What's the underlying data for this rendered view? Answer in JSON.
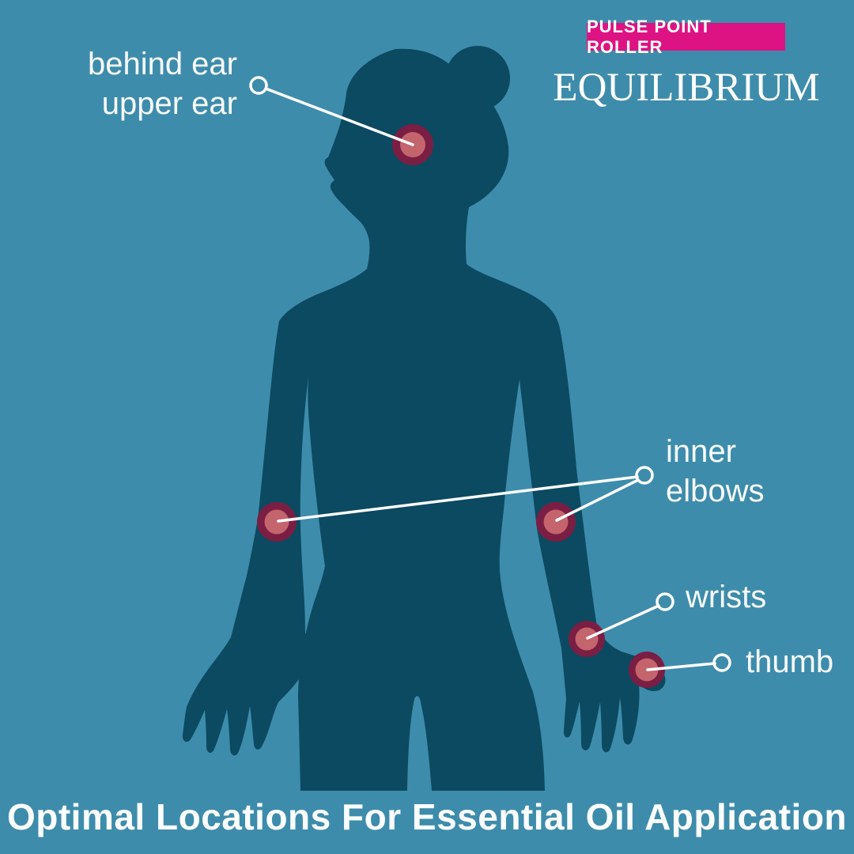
{
  "badge": {
    "label": "PULSE POINT ROLLER"
  },
  "brand": {
    "name": "EQUILIBRIUM"
  },
  "footer": {
    "title": "Optimal Locations For Essential Oil Application"
  },
  "annotations": [
    {
      "id": "ear",
      "lines": [
        "behind ear",
        "upper ear"
      ]
    },
    {
      "id": "inner-elbows",
      "lines": [
        "inner",
        "elbows"
      ]
    },
    {
      "id": "wrists",
      "lines": [
        "wrists"
      ]
    },
    {
      "id": "thumb",
      "lines": [
        "thumb"
      ]
    }
  ],
  "pulse_points": [
    "ear",
    "left-elbow",
    "right-elbow",
    "wrist",
    "thumb"
  ],
  "colors": {
    "background": "#3E8CAB",
    "silhouette": "#0B4A61",
    "pulse_outer": "#7A1E44",
    "pulse_inner": "#C4646C",
    "badge": "#DE1383",
    "text": "#FFFFFF",
    "line": "#FFFFFF"
  }
}
